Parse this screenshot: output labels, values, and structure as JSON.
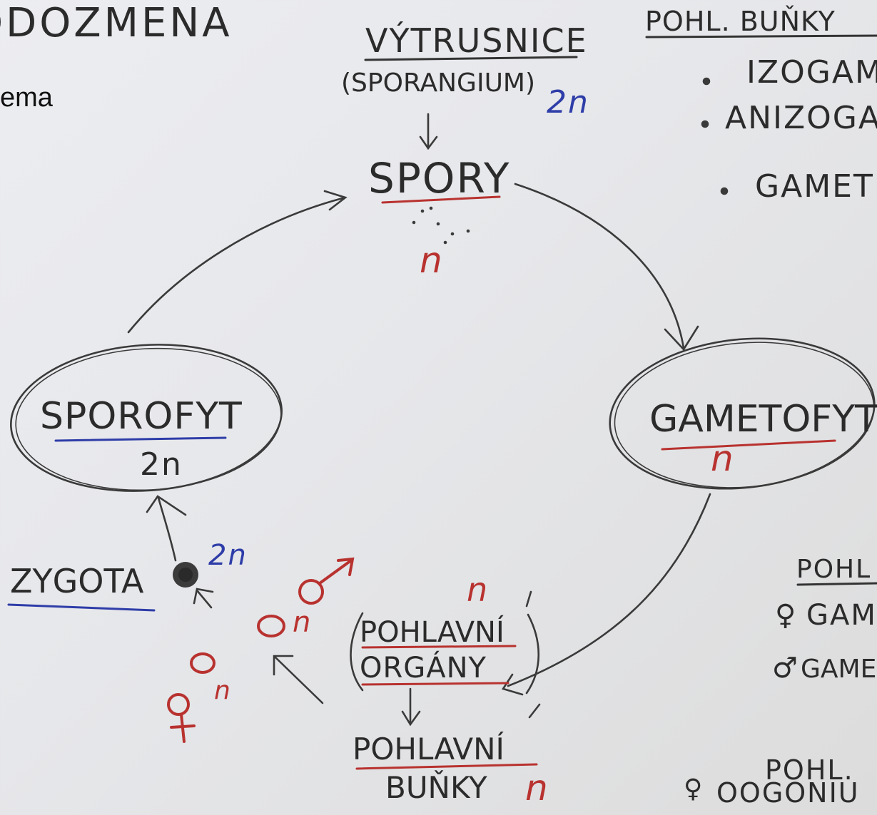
{
  "title_fragment": "ODOZMENA",
  "schema_label": "ema",
  "vytrusnice": "VÝTRUSNICE",
  "sporangium": "(SPORANGIUM)",
  "sporangium_ploidy": "2n",
  "spory": "SPORY",
  "spory_ploidy": "n",
  "sporofyt": "SPOROFYT",
  "sporofyt_ploidy": "2n",
  "gametofyt": "GAMETOFYT",
  "gametofyt_ploidy": "n",
  "zygota": "ZYGOTA",
  "zygota_ploidy": "2n",
  "male_gamete_ploidy": "n",
  "female_gamete_ploidy": "n",
  "organs_ploidy": "n",
  "pohlavni_organy_line1": "POHLAVNÍ",
  "pohlavni_organy_line2": "ORGÁNY",
  "pohlavni_bunky_line1": "POHLAVNÍ",
  "pohlavni_bunky_line2": "BUŇKY",
  "pohlavni_bunky_ploidy": "n",
  "right_header": "POHL. BUŇKY",
  "right_list": [
    "IZOGAM",
    "ANIZOGA",
    "GAMET"
  ],
  "right_mid_header": "POHL",
  "female_gam": "GAM",
  "male_gam": "GAME",
  "bottom_right_header": "POHL.",
  "oogonium": "OOGONIU",
  "colors": {
    "red": "#b8322f",
    "blue": "#2e3da8",
    "pencil": "#3a3a3a"
  }
}
